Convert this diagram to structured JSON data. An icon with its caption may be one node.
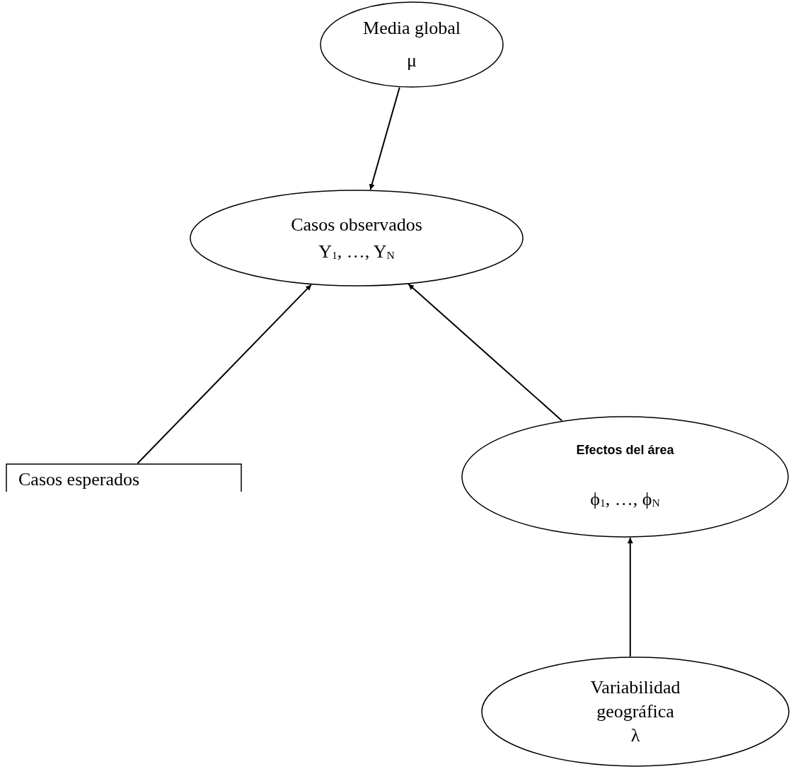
{
  "diagram": {
    "nodes": [
      {
        "text": [
          "Media global",
          "μ"
        ]
      },
      {
        "text": [
          "Casos observados",
          "Y$_{1}$, …, Y$_{N}$"
        ]
      },
      {
        "text": [
          "Casos esperados"
        ]
      },
      {
        "text": [
          "Efectos del área",
          "ϕ$_{1}$, …, ϕ$_{N}$"
        ]
      },
      {
        "text": [
          "Variabilidad geográfica",
          "λ"
        ]
      }
    ],
    "edges": [
      {
        "from": 0,
        "to": 1,
        "arrow": "to"
      },
      {
        "from": 2,
        "to": 1,
        "arrow": "to"
      },
      {
        "from": 3,
        "to": 1,
        "arrow": "to"
      },
      {
        "from": 4,
        "to": 3,
        "arrow": "to"
      }
    ]
  }
}
